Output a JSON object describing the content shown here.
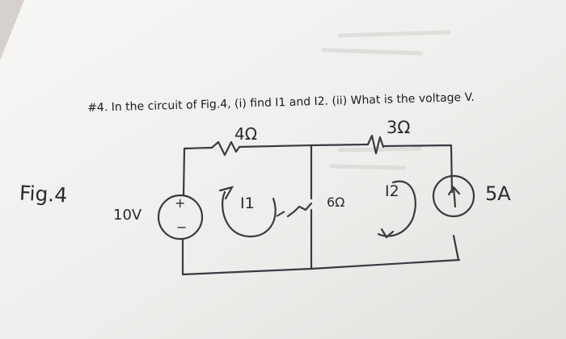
{
  "question": {
    "text": "#4. In the circuit of Fig.4, (i) find I1 and I2. (ii) What is the voltage V."
  },
  "figure": {
    "label": "Fig.4",
    "source_voltage": "10V",
    "resistor_left": "4Ω",
    "resistor_right": "3Ω",
    "resistor_middle": "6Ω",
    "loop_current_1": "I1",
    "loop_current_2": "I2",
    "current_source": "5A",
    "source_plus": "+",
    "source_minus": "−"
  },
  "colors": {
    "paper": "#f1f0ee",
    "shadow": "#cfcac5",
    "ink": "#2a2a30"
  }
}
